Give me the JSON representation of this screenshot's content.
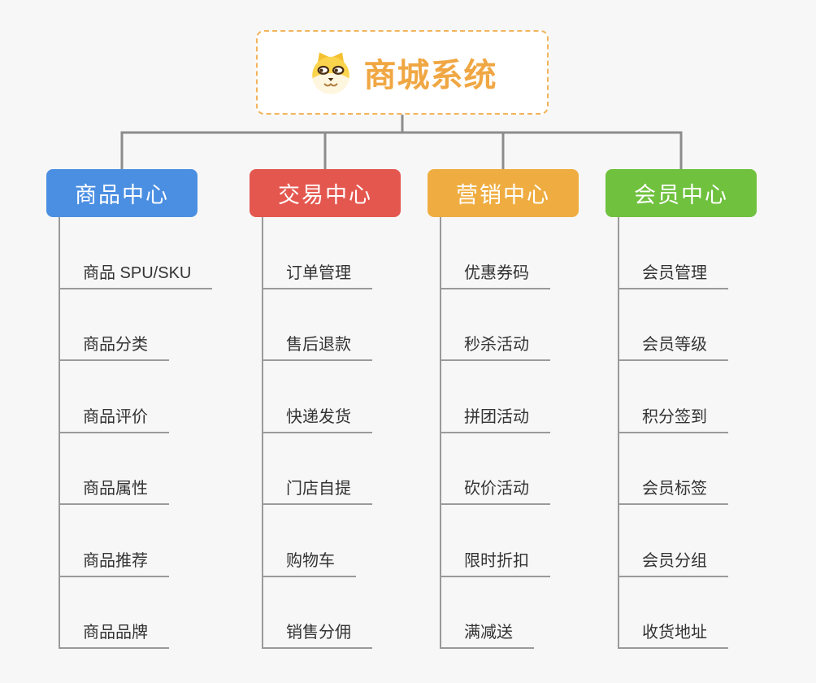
{
  "root": {
    "title": "商城系统",
    "icon": "shiba-dog-icon",
    "title_color": "#f0a743",
    "border_color": "#f2b45c"
  },
  "connector_color": "#8c8c8c",
  "topic_line_color": "#9a9a9a",
  "branches": [
    {
      "id": "product-center",
      "label": "商品中心",
      "color": "#4b8fe2",
      "items": [
        "商品 SPU/SKU",
        "商品分类",
        "商品评价",
        "商品属性",
        "商品推荐",
        "商品品牌"
      ]
    },
    {
      "id": "trade-center",
      "label": "交易中心",
      "color": "#e4574f",
      "items": [
        "订单管理",
        "售后退款",
        "快递发货",
        "门店自提",
        "购物车",
        "销售分佣"
      ]
    },
    {
      "id": "marketing-center",
      "label": "营销中心",
      "color": "#efad41",
      "items": [
        "优惠券码",
        "秒杀活动",
        "拼团活动",
        "砍价活动",
        "限时折扣",
        "满减送"
      ]
    },
    {
      "id": "member-center",
      "label": "会员中心",
      "color": "#6fc13e",
      "items": [
        "会员管理",
        "会员等级",
        "积分签到",
        "会员标签",
        "会员分组",
        "收货地址"
      ]
    }
  ]
}
